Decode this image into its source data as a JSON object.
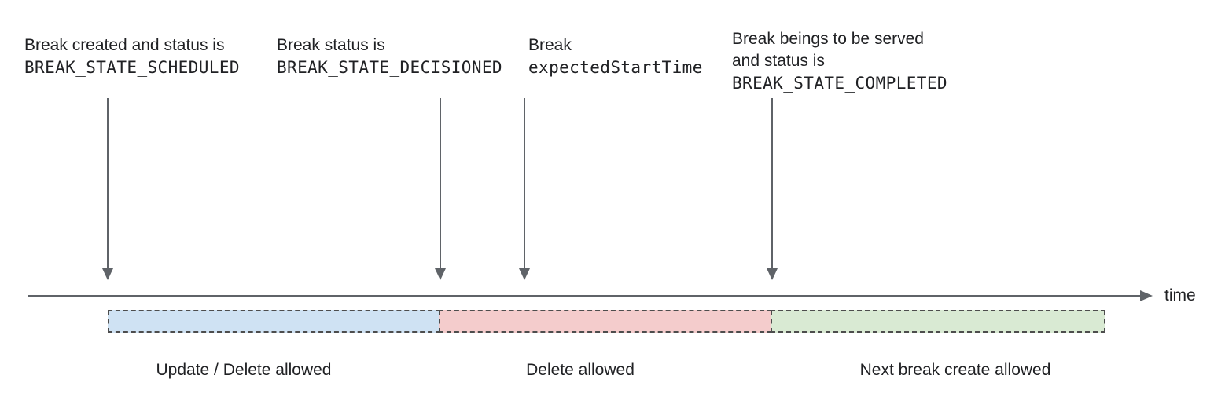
{
  "annotations": [
    {
      "line1": "Break created and status is",
      "line2": "BREAK_STATE_SCHEDULED"
    },
    {
      "line1": "Break status is",
      "line2": "BREAK_STATE_DECISIONED"
    },
    {
      "line1": "Break",
      "line2": "expectedStartTime"
    },
    {
      "line1": "Break beings to be served",
      "line2": "and status is",
      "line3": "BREAK_STATE_COMPLETED"
    }
  ],
  "timeline": {
    "axis_label": "time"
  },
  "segments": [
    {
      "label": "Update / Delete allowed",
      "fill": "#cfe2f3"
    },
    {
      "label": "Delete allowed",
      "fill": "#f4cccc"
    },
    {
      "label": "Next break create allowed",
      "fill": "#d9ead3"
    }
  ],
  "colors": {
    "line": "#5f6368",
    "dash_border": "#4d4d4d",
    "text": "#202124"
  }
}
